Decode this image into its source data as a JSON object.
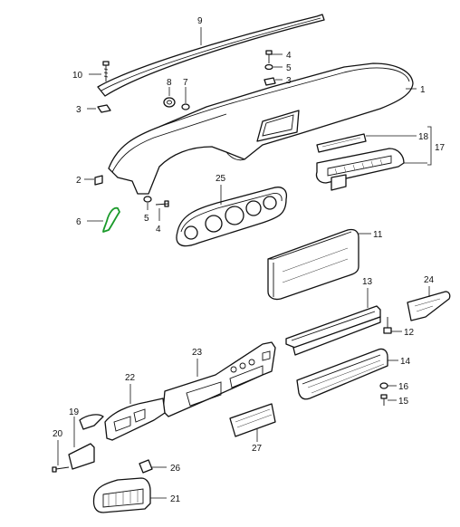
{
  "diagram": {
    "callouts": [
      {
        "id": "c1",
        "text": "1"
      },
      {
        "id": "c2",
        "text": "2"
      },
      {
        "id": "c3a",
        "text": "3"
      },
      {
        "id": "c3b",
        "text": "3"
      },
      {
        "id": "c4a",
        "text": "4"
      },
      {
        "id": "c4b",
        "text": "4"
      },
      {
        "id": "c5a",
        "text": "5"
      },
      {
        "id": "c5b",
        "text": "5"
      },
      {
        "id": "c6",
        "text": "6"
      },
      {
        "id": "c7",
        "text": "7"
      },
      {
        "id": "c8",
        "text": "8"
      },
      {
        "id": "c9",
        "text": "9"
      },
      {
        "id": "c10",
        "text": "10"
      },
      {
        "id": "c11",
        "text": "11"
      },
      {
        "id": "c12",
        "text": "12"
      },
      {
        "id": "c13",
        "text": "13"
      },
      {
        "id": "c14",
        "text": "14"
      },
      {
        "id": "c15",
        "text": "15"
      },
      {
        "id": "c16",
        "text": "16"
      },
      {
        "id": "c17",
        "text": "17"
      },
      {
        "id": "c18",
        "text": "18"
      },
      {
        "id": "c19",
        "text": "19"
      },
      {
        "id": "c20",
        "text": "20"
      },
      {
        "id": "c21",
        "text": "21"
      },
      {
        "id": "c22",
        "text": "22"
      },
      {
        "id": "c23",
        "text": "23"
      },
      {
        "id": "c24",
        "text": "24"
      },
      {
        "id": "c25",
        "text": "25"
      },
      {
        "id": "c26",
        "text": "26"
      },
      {
        "id": "c27",
        "text": "27"
      }
    ],
    "highlight_color": "#1a9a2a"
  }
}
